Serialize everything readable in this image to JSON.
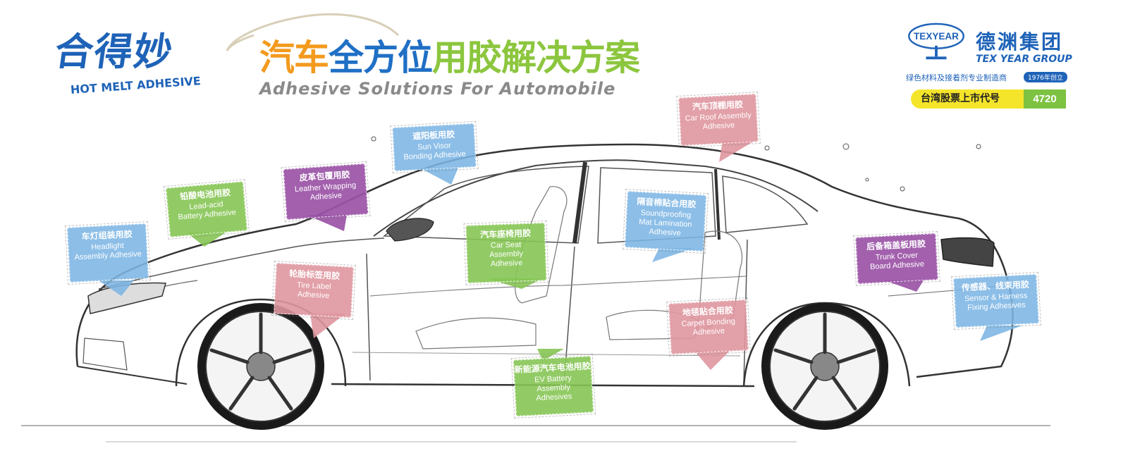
{
  "brand": {
    "name_cn": "合得妙",
    "name_en": "HOT MELT ADHESIVE"
  },
  "title": {
    "cn_part1": "汽车",
    "cn_part2": "全方位",
    "cn_part3": "用胶解决方案",
    "en": "Adhesive Solutions For Automobile"
  },
  "company": {
    "logo_text": "TEXYEAR",
    "name_cn": "德渊集团",
    "name_en": "TEX YEAR GROUP",
    "tagline": "绿色材料及接着剂专业制造商",
    "founded": "1976年创立",
    "stock_label": "台湾股票上市代号",
    "stock_code": "4720"
  },
  "colors": {
    "blue": "#7cb5e4",
    "green": "#86c554",
    "purple": "#9a52a6",
    "pink": "#df969e",
    "brand_blue": "#1f63b8"
  },
  "callouts": [
    {
      "id": "headlight",
      "cn": "车灯组装用胶",
      "en": "Headlight\nAssembly Adhesive",
      "color": "blue"
    },
    {
      "id": "battery",
      "cn": "铅酸电池用胶",
      "en": "Lead-acid\nBattery Adhesive",
      "color": "green"
    },
    {
      "id": "leather",
      "cn": "皮革包覆用胶",
      "en": "Leather Wrapping\nAdhesive",
      "color": "purple"
    },
    {
      "id": "sunvisor",
      "cn": "遮阳板用胶",
      "en": "Sun Visor\nBonding Adhesive",
      "color": "blue"
    },
    {
      "id": "roof",
      "cn": "汽车顶棚用胶",
      "en": "Car Roof Assembly\nAdhesive",
      "color": "pink"
    },
    {
      "id": "seat",
      "cn": "汽车座椅用胶",
      "en": "Car Seat\nAssembly\nAdhesive",
      "color": "green"
    },
    {
      "id": "tire",
      "cn": "轮胎标签用胶",
      "en": "Tire Label\nAdhesive",
      "color": "pink"
    },
    {
      "id": "sound",
      "cn": "隔音棉贴合用胶",
      "en": "Soundproofing\nMat Lamination\nAdhesive",
      "color": "blue"
    },
    {
      "id": "trunk",
      "cn": "后备箱盖板用胶",
      "en": "Trunk Cover\nBoard Adhesive",
      "color": "purple"
    },
    {
      "id": "sensor",
      "cn": "传感器、线束用胶",
      "en": "Sensor & Harness\nFixing Adhesives",
      "color": "blue"
    },
    {
      "id": "carpet",
      "cn": "地毯贴合用胶",
      "en": "Carpet Bonding\nAdhesive",
      "color": "pink"
    },
    {
      "id": "ev",
      "cn": "新能源汽车电池用胶",
      "en": "EV Battery\nAssembly\nAdhesives",
      "color": "green"
    }
  ]
}
